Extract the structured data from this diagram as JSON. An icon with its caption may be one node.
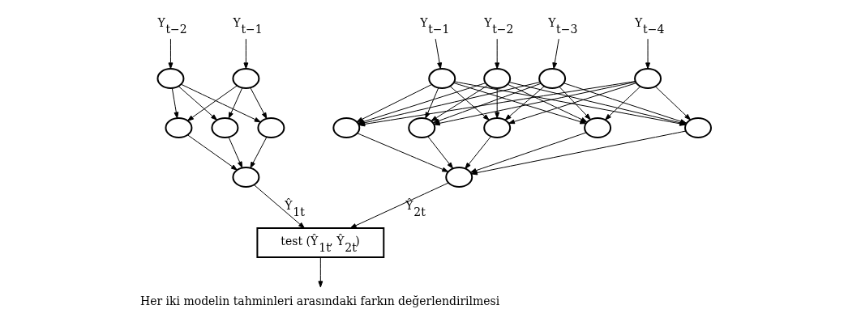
{
  "diagram": {
    "nodes": [
      {
        "text": [
          "Y$_{t−1}$"
        ]
      },
      {
        "text": [
          "Y$_{t−2}$"
        ]
      },
      {
        "text": [],
        "shape": "circle"
      },
      {
        "text": [],
        "shape": "circle"
      },
      {
        "text": [],
        "shape": "circle"
      },
      {
        "text": [],
        "shape": "circle"
      },
      {
        "text": [],
        "shape": "circle"
      },
      {
        "text": [],
        "shape": "circle"
      },
      {
        "text": [
          "Y$_{t−1}$"
        ]
      },
      {
        "text": [
          "Y$_{t−2}$"
        ]
      },
      {
        "text": [
          "Y$_{t−3}$"
        ]
      },
      {
        "text": [
          "Y$_{t−4}$"
        ]
      },
      {
        "text": [],
        "shape": "circle"
      },
      {
        "text": [],
        "shape": "circle"
      },
      {
        "text": [],
        "shape": "circle"
      },
      {
        "text": [],
        "shape": "circle"
      },
      {
        "text": [],
        "shape": "circle"
      },
      {
        "text": [],
        "shape": "circle"
      },
      {
        "text": [],
        "shape": "circle"
      },
      {
        "text": [],
        "shape": "circle"
      },
      {
        "text": [],
        "shape": "circle"
      },
      {
        "text": [],
        "shape": "circle"
      },
      {
        "text": [
          "test (Ŷ$_{1t}$, Ŷ$_{2t}$)"
        ]
      },
      {
        "text": [
          "Her iki modelin tahminleri arasındaki farkın değerlendirilmesi"
        ]
      }
    ],
    "edges": [
      {
        "from": 0,
        "to": 2,
        "arrow": "to"
      },
      {
        "from": 1,
        "to": 3,
        "arrow": "to"
      },
      {
        "from": 2,
        "to": 4,
        "arrow": "to"
      },
      {
        "from": 2,
        "to": 5,
        "arrow": "to"
      },
      {
        "from": 2,
        "to": 6,
        "arrow": "to"
      },
      {
        "from": 3,
        "to": 4,
        "arrow": "to"
      },
      {
        "from": 3,
        "to": 5,
        "arrow": "to"
      },
      {
        "from": 3,
        "to": 6,
        "arrow": "to"
      },
      {
        "from": 4,
        "to": 7,
        "arrow": "to"
      },
      {
        "from": 5,
        "to": 7,
        "arrow": "to"
      },
      {
        "from": 6,
        "to": 7,
        "arrow": "to"
      },
      {
        "from": 8,
        "to": 12,
        "arrow": "to"
      },
      {
        "from": 9,
        "to": 13,
        "arrow": "to"
      },
      {
        "from": 10,
        "to": 14,
        "arrow": "to"
      },
      {
        "from": 11,
        "to": 15,
        "arrow": "to"
      },
      {
        "from": 12,
        "to": 16,
        "arrow": "to"
      },
      {
        "from": 12,
        "to": 17,
        "arrow": "to"
      },
      {
        "from": 12,
        "to": 18,
        "arrow": "to"
      },
      {
        "from": 12,
        "to": 19,
        "arrow": "to"
      },
      {
        "from": 12,
        "to": 20,
        "arrow": "to"
      },
      {
        "from": 13,
        "to": 16,
        "arrow": "to"
      },
      {
        "from": 13,
        "to": 17,
        "arrow": "to"
      },
      {
        "from": 13,
        "to": 18,
        "arrow": "to"
      },
      {
        "from": 13,
        "to": 19,
        "arrow": "to"
      },
      {
        "from": 13,
        "to": 20,
        "arrow": "to"
      },
      {
        "from": 14,
        "to": 16,
        "arrow": "to"
      },
      {
        "from": 14,
        "to": 17,
        "arrow": "to"
      },
      {
        "from": 14,
        "to": 18,
        "arrow": "to"
      },
      {
        "from": 14,
        "to": 19,
        "arrow": "to"
      },
      {
        "from": 14,
        "to": 20,
        "arrow": "to"
      },
      {
        "from": 15,
        "to": 16,
        "arrow": "to"
      },
      {
        "from": 15,
        "to": 17,
        "arrow": "to"
      },
      {
        "from": 15,
        "to": 18,
        "arrow": "to"
      },
      {
        "from": 15,
        "to": 19,
        "arrow": "to"
      },
      {
        "from": 15,
        "to": 20,
        "arrow": "to"
      },
      {
        "from": 16,
        "to": 21,
        "arrow": "to"
      },
      {
        "from": 17,
        "to": 21,
        "arrow": "to"
      },
      {
        "from": 18,
        "to": 21,
        "arrow": "to"
      },
      {
        "from": 19,
        "to": 21,
        "arrow": "to"
      },
      {
        "from": 20,
        "to": 21,
        "arrow": "to"
      },
      {
        "from": 7,
        "to": 22,
        "arrow": "to",
        "label": "Ŷ$_{1t}$"
      },
      {
        "from": 21,
        "to": 22,
        "arrow": "to",
        "label": "Ŷ$_{2t}$"
      },
      {
        "from": 22,
        "to": 23,
        "arrow": "to"
      }
    ]
  }
}
